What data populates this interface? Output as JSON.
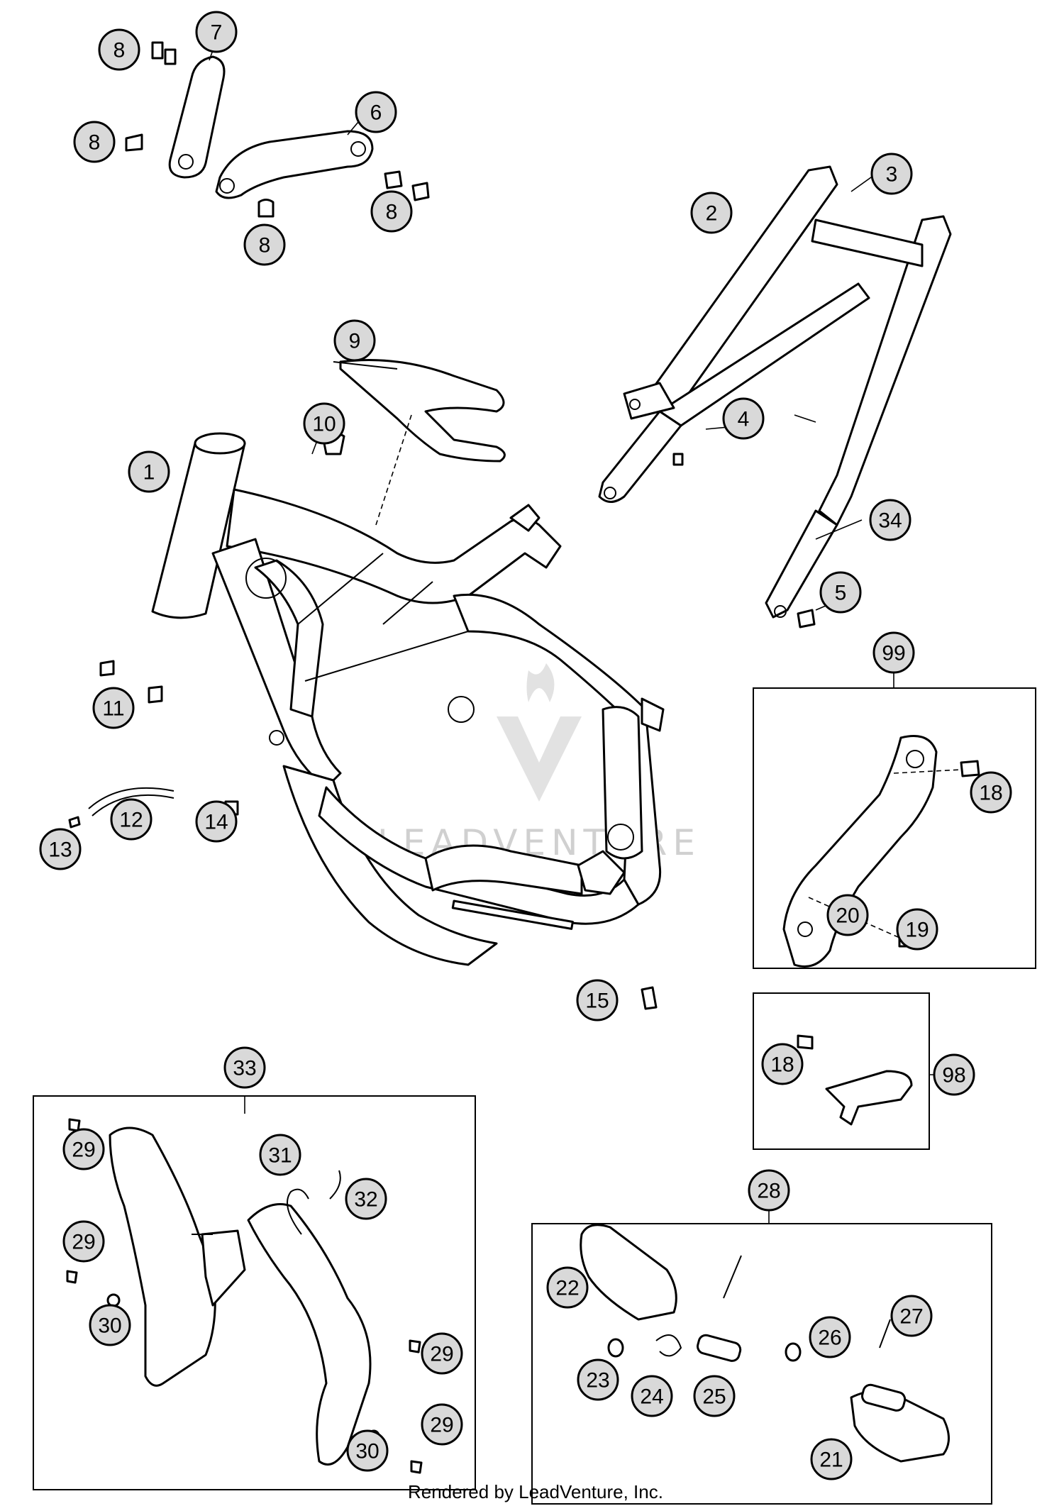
{
  "callouts": [
    {
      "label": "1"
    },
    {
      "label": "2"
    },
    {
      "label": "3"
    },
    {
      "label": "4"
    },
    {
      "label": "5"
    },
    {
      "label": "6"
    },
    {
      "label": "7"
    },
    {
      "label": "8"
    },
    {
      "label": "8"
    },
    {
      "label": "8"
    },
    {
      "label": "8"
    },
    {
      "label": "9"
    },
    {
      "label": "10"
    },
    {
      "label": "11"
    },
    {
      "label": "12"
    },
    {
      "label": "13"
    },
    {
      "label": "14"
    },
    {
      "label": "15"
    },
    {
      "label": "18"
    },
    {
      "label": "19"
    },
    {
      "label": "20"
    },
    {
      "label": "18"
    },
    {
      "label": "21"
    },
    {
      "label": "22"
    },
    {
      "label": "23"
    },
    {
      "label": "24"
    },
    {
      "label": "25"
    },
    {
      "label": "26"
    },
    {
      "label": "27"
    },
    {
      "label": "28"
    },
    {
      "label": "29"
    },
    {
      "label": "29"
    },
    {
      "label": "29"
    },
    {
      "label": "29"
    },
    {
      "label": "30"
    },
    {
      "label": "30"
    },
    {
      "label": "31"
    },
    {
      "label": "32"
    },
    {
      "label": "33"
    },
    {
      "label": "34"
    },
    {
      "label": "98"
    },
    {
      "label": "99"
    }
  ],
  "watermark": "LEADVENTURE",
  "footer": "Rendered by LeadVenture, Inc."
}
